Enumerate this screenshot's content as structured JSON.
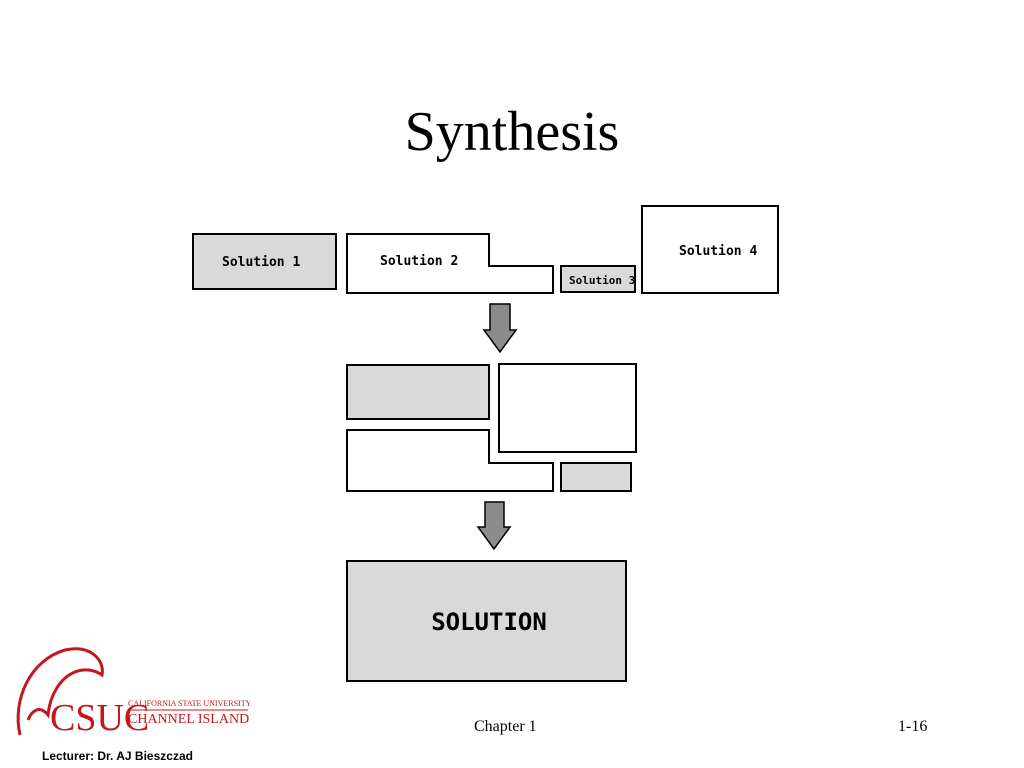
{
  "slide": {
    "title": "Synthesis",
    "chapter": "Chapter 1",
    "page": "1-16",
    "lecturer": "Lecturer: Dr. AJ Bieszczad"
  },
  "diagram": {
    "solutions": [
      "Solution 1",
      "Solution 2",
      "Solution 3",
      "Solution 4"
    ],
    "final": "SOLUTION",
    "colors": {
      "gray_fill": "#d9d9d9",
      "arrow_fill": "#8c8c8c",
      "stroke": "#000000"
    }
  },
  "logo": {
    "line1": "CALIFORNIA STATE UNIVERSITY",
    "line2": "CHANNEL ISLANDS",
    "monogram": "CSUC",
    "color": "#c4161c"
  }
}
